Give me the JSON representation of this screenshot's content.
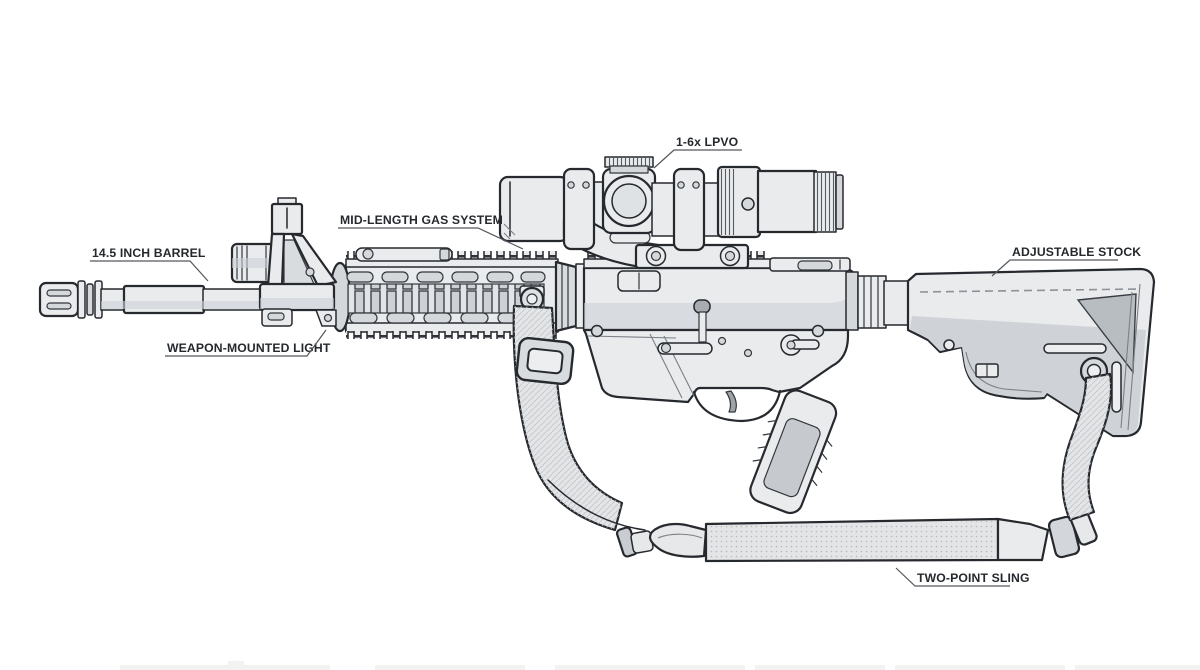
{
  "diagram": {
    "background": "#ffffff",
    "line_color": "#26292e",
    "fill_light": "#e9ebed",
    "fill_mid": "#d5d8db",
    "fill_dark": "#c2c6cb",
    "subject": "carbine-technical-illustration",
    "labels": [
      {
        "id": "barrel-length",
        "text": "14.5 INCH BARREL"
      },
      {
        "id": "gas-system",
        "text": "MID-LENGTH GAS SYSTEM"
      },
      {
        "id": "optic",
        "text": "1-6x LPVO"
      },
      {
        "id": "light",
        "text": "WEAPON-MOUNTED LIGHT"
      },
      {
        "id": "stock",
        "text": "ADJUSTABLE STOCK"
      },
      {
        "id": "sling",
        "text": "TWO-POINT SLING"
      }
    ]
  }
}
